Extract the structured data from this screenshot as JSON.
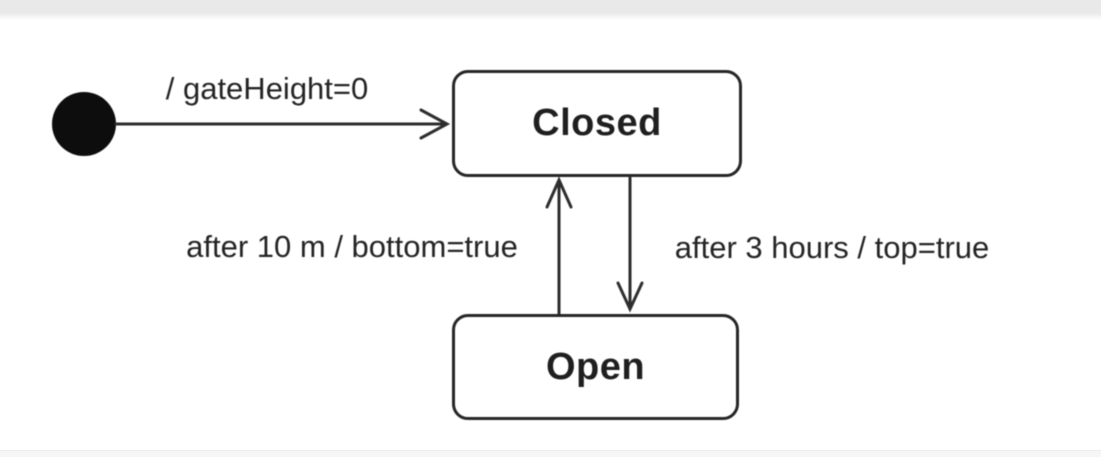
{
  "page": {
    "background": "#ffffff",
    "top_bar_color": "#e9e9e9",
    "bottom_bar_color": "#f6f6f6"
  },
  "diagram": {
    "type": "uml-state-machine",
    "states": [
      {
        "id": "closed",
        "label": "Closed"
      },
      {
        "id": "open",
        "label": "Open"
      }
    ],
    "transitions": [
      {
        "from": "initial",
        "to": "closed",
        "label": "/ gateHeight=0"
      },
      {
        "from": "closed",
        "to": "open",
        "label": "after 3 hours / top=true"
      },
      {
        "from": "open",
        "to": "closed",
        "label": "after 10 m / bottom=true"
      }
    ],
    "colors": {
      "stroke": "#2e2e2e",
      "state_border": "#262626",
      "state_fill": "#ffffff",
      "initial_node_fill": "#0d0d0d",
      "text": "#242424"
    }
  }
}
